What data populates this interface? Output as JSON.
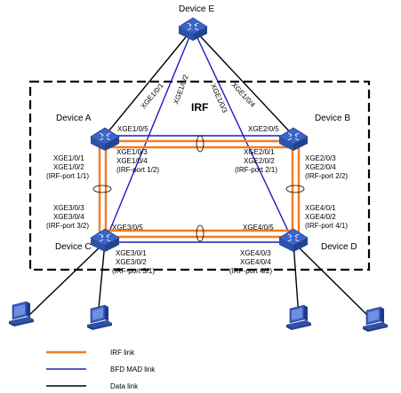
{
  "colors": {
    "irf_link": "#f47c20",
    "bfd_link": "#1c1cc8",
    "data_link": "#000000",
    "device": "#2a4aa8"
  },
  "irf_label": "IRF",
  "devices": {
    "e": {
      "name": "Device E"
    },
    "a": {
      "name": "Device A"
    },
    "b": {
      "name": "Device B"
    },
    "c": {
      "name": "Device C"
    },
    "d": {
      "name": "Device D"
    }
  },
  "mad_ports": {
    "e_a": "XGE1/0/1",
    "e_b": "XGE1/0/4",
    "e_c": "XGE1/0/2",
    "e_d": "XGE1/0/3",
    "a": "XGE1/0/5",
    "b": "XGE2/0/5",
    "c": "XGE3/0/5",
    "d": "XGE4/0/5"
  },
  "irf_ports": {
    "a_right_1": "XGE1/0/3",
    "a_right_2": "XGE1/0/4",
    "a_right_3": "(IRF-port 1/2)",
    "a_down_1": "XGE1/0/1",
    "a_down_2": "XGE1/0/2",
    "a_down_3": "(IRF-port 1/1)",
    "b_left_1": "XGE2/0/1",
    "b_left_2": "XGE2/0/2",
    "b_left_3": "(IRF-port 2/1)",
    "b_down_1": "XGE2/0/3",
    "b_down_2": "XGE2/0/4",
    "b_down_3": "(IRF-port 2/2)",
    "c_up_1": "XGE3/0/3",
    "c_up_2": "XGE3/0/4",
    "c_up_3": "(IRF-port 3/2)",
    "c_right_1": "XGE3/0/1",
    "c_right_2": "XGE3/0/2",
    "c_right_3": "(IRF-port 3/1)",
    "d_up_1": "XGE4/0/1",
    "d_up_2": "XGE4/0/2",
    "d_up_3": "(IRF-port 4/1)",
    "d_left_1": "XGE4/0/3",
    "d_left_2": "XGE4/0/4",
    "d_left_3": "(IRF-port 4/2)"
  },
  "legend": {
    "irf": "IRF link",
    "bfd": "BFD MAD link",
    "data": "Data link"
  }
}
